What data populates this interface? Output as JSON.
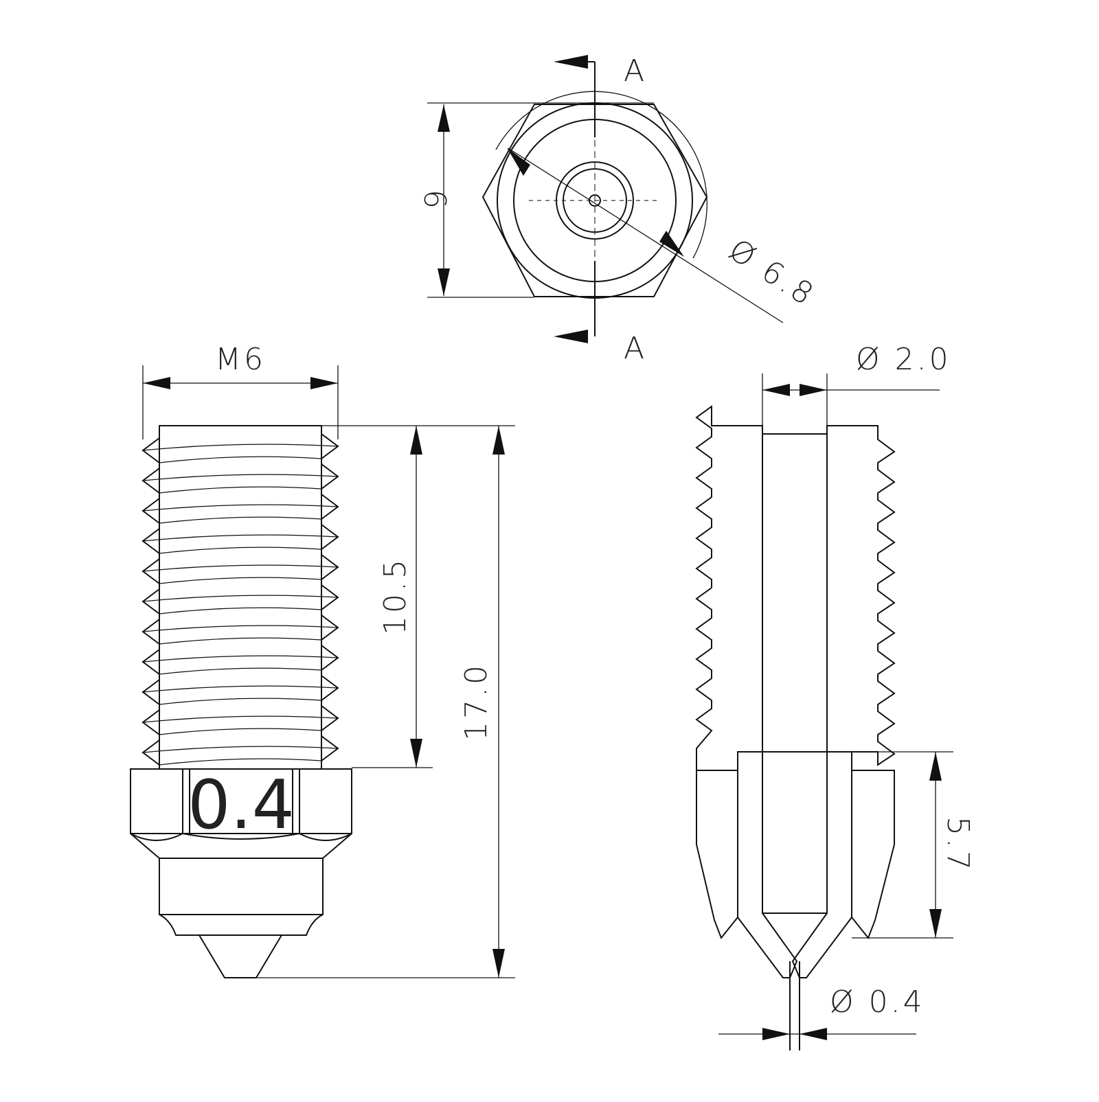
{
  "section_labels": {
    "top": "A",
    "bottom": "A"
  },
  "dimensions": {
    "hex_flats": "6",
    "hex_diameter": "Ø 6.8",
    "thread": "M6",
    "thread_length": "10.5",
    "total_length": "17.0",
    "bore_diameter": "Ø 2.0",
    "insert_length": "5.7",
    "nozzle_orifice": "Ø 0.4"
  },
  "marking": "0.4",
  "colors": {
    "line": "#111111",
    "background": "#ffffff"
  }
}
